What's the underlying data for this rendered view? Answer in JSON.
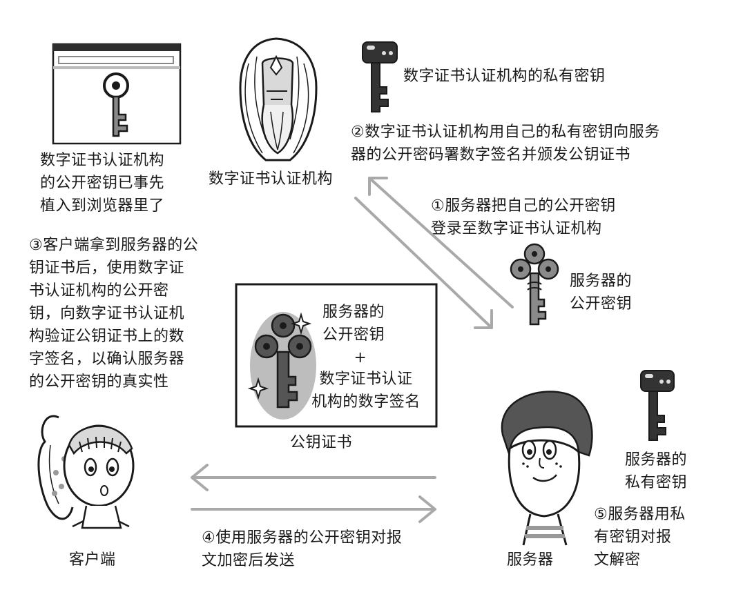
{
  "labels": {
    "browser_ca_key": "数字证书认证机构\n的公开密钥已事先\n植入到浏览器里了",
    "ca_name": "数字证书认证机构",
    "ca_private_key": "数字证书认证机构的私有密钥",
    "step2": "②数字证书认证机构用自己的私有密钥向服务\n器的公开密码署数字签名并颁发公钥证书",
    "step1": "①服务器把自己的公开密钥\n登录至数字证书认证机构",
    "server_public_key": "服务器的\n公开密钥",
    "step3": "③客户端拿到服务器的公\n钥证书后，使用数字证\n书认证机构的公开密\n钥，向数字证书认证机\n构验证公钥证书上的数\n字签名，以确认服务器\n的公开密钥的真实性",
    "cert_line1": "服务器的\n公开密钥",
    "cert_plus": "+",
    "cert_line2": "数字证书认证\n机构的数字签名",
    "cert_caption": "公钥证书",
    "server_private_key": "服务器的\n私有密钥",
    "step5": "⑤服务器用私\n有密钥对报\n文解密",
    "step4": "④使用服务器的公开密钥对报\n文加密后发送",
    "client_name": "客户端",
    "server_name": "服务器"
  },
  "colors": {
    "ink": "#1a1a1a",
    "arrow_gray": "#a9a9a9",
    "key_dark": "#333333",
    "key_gray": "#7d7d7d",
    "glow": "#bdbdbd"
  },
  "icons": [
    "browser-window-icon",
    "key-icon",
    "dark-key-icon",
    "ornate-key-icon",
    "sparkle-icon",
    "bearded-sage-illustration",
    "girl-illustration",
    "boy-illustration"
  ]
}
